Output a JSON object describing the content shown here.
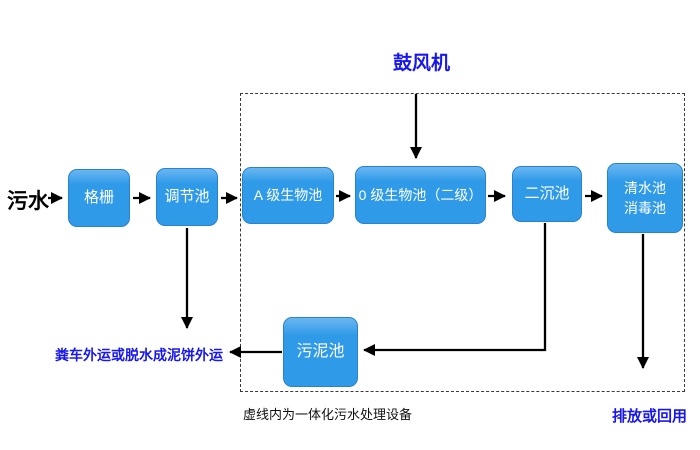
{
  "diagram": {
    "influent_label": "污水",
    "blower_label": "鼓风机",
    "boxes": {
      "grille": "格栅",
      "regulating_tank": "调节池",
      "a_bio_tank": "A 级生物池",
      "o_bio_tank": "0 级生物池（二级）",
      "secondary_clarifier": "二沉池",
      "clear_water_line1": "清水池",
      "clear_water_line2": "消毒池",
      "sludge_tank": "污泥池"
    },
    "sludge_disposal_label": "粪车外运或脱水成泥饼外运",
    "discharge_label": "排放或回用",
    "dashed_box_caption": "虚线内为一体化污水处理设备",
    "colors": {
      "box_fill": "#2F9AE8",
      "box_border": "#2A82CF",
      "blue_label": "#1717EE",
      "black_label": "#000000"
    }
  }
}
